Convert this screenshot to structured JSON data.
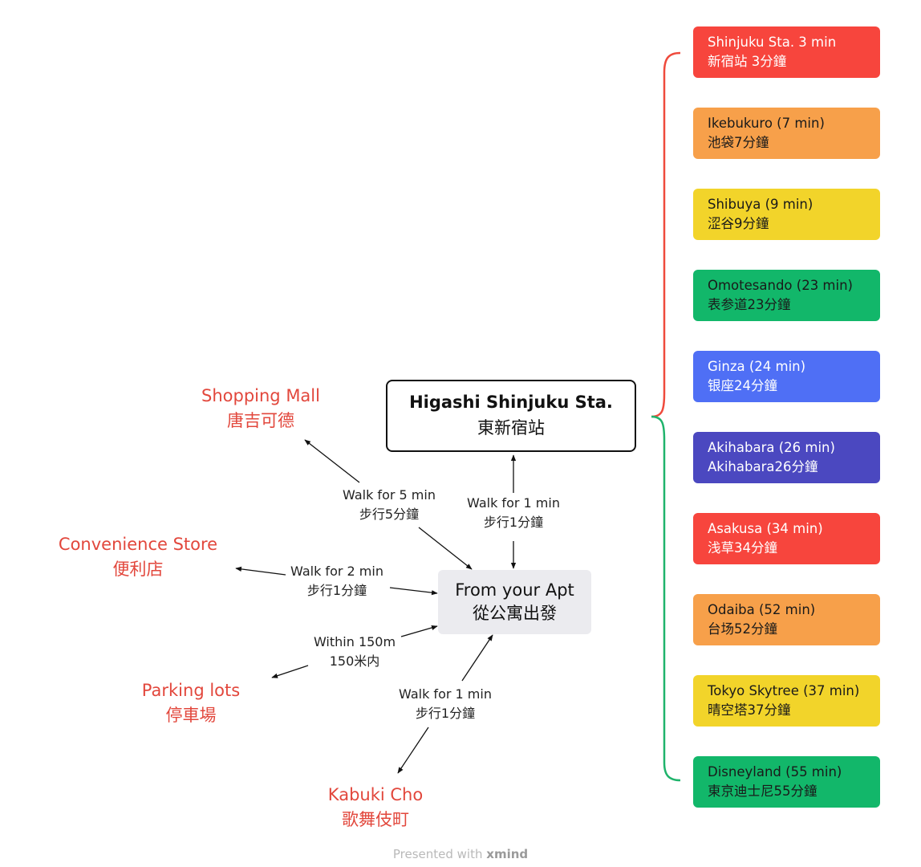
{
  "hub": {
    "en": "Higashi Shinjuku Sta.",
    "zh": "東新宿站"
  },
  "origin": {
    "en": "From your Apt",
    "zh": "從公寓出發"
  },
  "destinations": {
    "mall": {
      "en": "Shopping Mall",
      "zh": "唐吉可德"
    },
    "store": {
      "en": "Convenience Store",
      "zh": "便利店"
    },
    "parking": {
      "en": "Parking lots",
      "zh": "停車場"
    },
    "kabuki": {
      "en": "Kabuki Cho",
      "zh": "歌舞伎町"
    }
  },
  "edges": {
    "to_mall": {
      "en": "Walk for 5 min",
      "zh": "步行5分鐘"
    },
    "to_station": {
      "en": "Walk for 1 min",
      "zh": "步行1分鐘"
    },
    "to_store": {
      "en": "Walk for 2 min",
      "zh": "步行1分鐘"
    },
    "to_parking": {
      "en": "Within 150m",
      "zh": "150米内"
    },
    "to_kabuki": {
      "en": "Walk for 1 min",
      "zh": "步行1分鐘"
    }
  },
  "stations": [
    {
      "en": "Shinjuku Sta. 3 min",
      "zh": "新宿站 3分鐘",
      "color": "#f7453d",
      "text": "#ffffff"
    },
    {
      "en": "Ikebukuro (7 min)",
      "zh": "池袋7分鐘",
      "color": "#f7a04a",
      "text": "#1a1a1a"
    },
    {
      "en": "Shibuya (9 min)",
      "zh": "涩谷9分鐘",
      "color": "#f2d42a",
      "text": "#1a1a1a"
    },
    {
      "en": "Omotesando (23 min)",
      "zh": "表参道23分鐘",
      "color": "#12b76a",
      "text": "#1a1a1a"
    },
    {
      "en": "Ginza (24 min)",
      "zh": "银座24分鐘",
      "color": "#4f6ff5",
      "text": "#ffffff"
    },
    {
      "en": "Akihabara (26 min)",
      "zh": "Akihabara26分鐘",
      "color": "#4b48c0",
      "text": "#ffffff"
    },
    {
      "en": "Asakusa (34 min)",
      "zh": "浅草34分鐘",
      "color": "#f7453d",
      "text": "#ffffff"
    },
    {
      "en": "Odaiba (52 min)",
      "zh": "台场52分鐘",
      "color": "#f7a04a",
      "text": "#1a1a1a"
    },
    {
      "en": "Tokyo Skytree (37 min)",
      "zh": "晴空塔37分鐘",
      "color": "#f2d42a",
      "text": "#1a1a1a"
    },
    {
      "en": "Disneyland (55 min)",
      "zh": "東京迪士尼55分鐘",
      "color": "#12b76a",
      "text": "#1a1a1a"
    }
  ],
  "footer": {
    "prefix": "Presented with",
    "brand": "xmind"
  },
  "colors": {
    "accent_red": "#e2473c",
    "bracket_red": "#ef4a3c",
    "bracket_green": "#1fb36b"
  }
}
